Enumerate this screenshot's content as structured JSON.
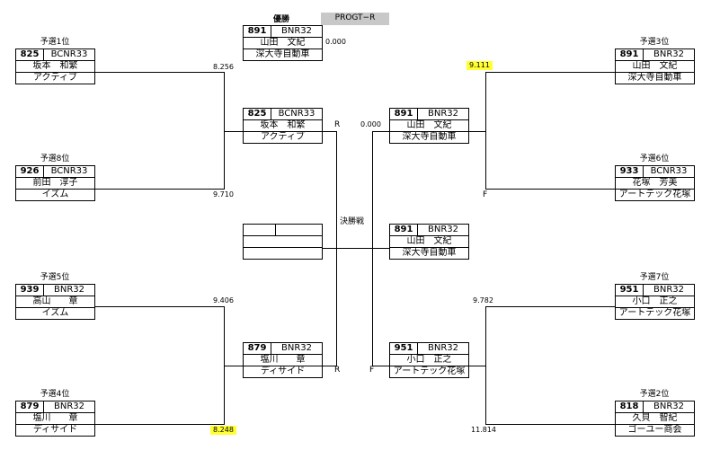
{
  "header": {
    "winner_label": "優勝",
    "class_tag": "PROGT−R",
    "final_label": "決勝戦"
  },
  "winner": {
    "num": "891",
    "car": "BNR32",
    "name": "山田　文紀",
    "team": "深大寺自動車",
    "time": "0.000"
  },
  "seeds": {
    "q1": {
      "label": "予選1位",
      "num": "825",
      "car": "BCNR33",
      "name": "坂本　和繁",
      "team": "アクティブ",
      "time": "8.256"
    },
    "q8": {
      "label": "予選8位",
      "num": "926",
      "car": "BCNR33",
      "name": "前田　淳子",
      "team": "イズム",
      "time": "9.710"
    },
    "q5": {
      "label": "予選5位",
      "num": "939",
      "car": "BNR32",
      "name": "高山　　章",
      "team": "イズム",
      "time": "9.406"
    },
    "q4": {
      "label": "予選4位",
      "num": "879",
      "car": "BNR32",
      "name": "塩川　　章",
      "team": "ディサイド",
      "time": "8.248"
    },
    "q3": {
      "label": "予選3位",
      "num": "891",
      "car": "BNR32",
      "name": "山田　文紀",
      "team": "深大寺自動車",
      "time": "9.111"
    },
    "q6": {
      "label": "予選6位",
      "num": "933",
      "car": "BCNR33",
      "name": "花塚　芳美",
      "team": "アートテック花塚",
      "mark": "F"
    },
    "q7": {
      "label": "予選7位",
      "num": "951",
      "car": "BNR32",
      "name": "小口　正之",
      "team": "アートテック花塚",
      "time": "9.782"
    },
    "q2": {
      "label": "予選2位",
      "num": "818",
      "car": "BNR32",
      "name": "久貝　智紀",
      "team": "ゴーユー商会",
      "time": "11.814"
    }
  },
  "semis": {
    "left_top": {
      "num": "825",
      "car": "BCNR33",
      "name": "坂本　和繁",
      "team": "アクティブ",
      "mark": "R"
    },
    "left_bottom": {
      "num": "879",
      "car": "BNR32",
      "name": "塩川　　章",
      "team": "ディサイド",
      "mark": "R"
    },
    "right_top": {
      "num": "891",
      "car": "BNR32",
      "name": "山田　文紀",
      "team": "深大寺自動車",
      "time": "0.000"
    },
    "right_bottom": {
      "num": "951",
      "car": "BNR32",
      "name": "小口　正之",
      "team": "アートテック花塚",
      "mark": "F"
    }
  },
  "final": {
    "num": "891",
    "car": "BNR32",
    "name": "山田　文紀",
    "team": "深大寺自動車"
  }
}
